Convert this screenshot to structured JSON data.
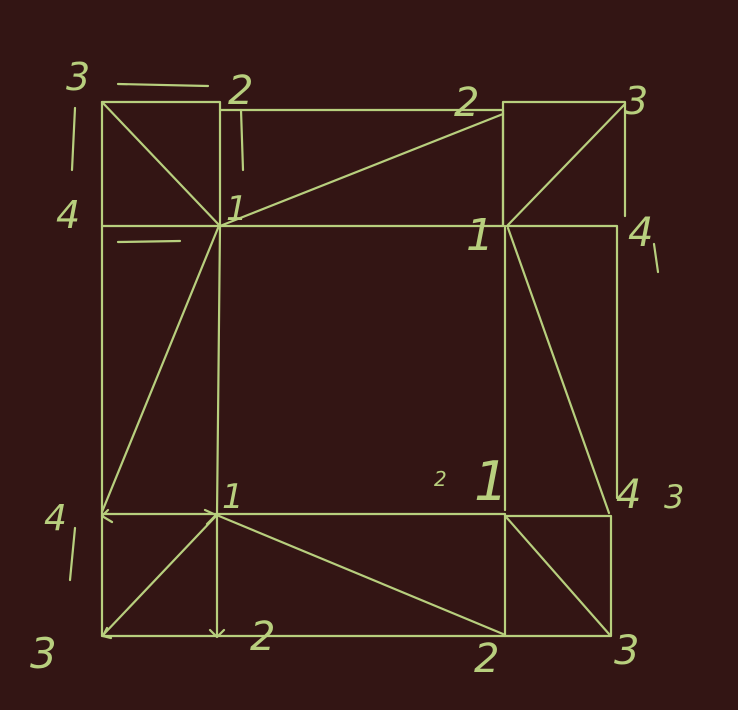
{
  "background_color": "#331514",
  "ink_color": "#b8cf7e",
  "labels": {
    "top_left_3": "3",
    "top_left_2": "2",
    "top_left_4": "4",
    "top_left_1": "1",
    "top_right_2": "2",
    "top_right_3": "3",
    "top_right_1": "1",
    "top_right_4": "4",
    "bottom_left_4": "4",
    "bottom_left_1": "1",
    "bottom_left_3": "3",
    "bottom_left_2": "2",
    "bottom_right_small_2": "2",
    "bottom_right_1": "1",
    "bottom_right_4": "4",
    "bottom_right_3a": "3",
    "bottom_right_2": "2",
    "bottom_right_3b": "3"
  }
}
